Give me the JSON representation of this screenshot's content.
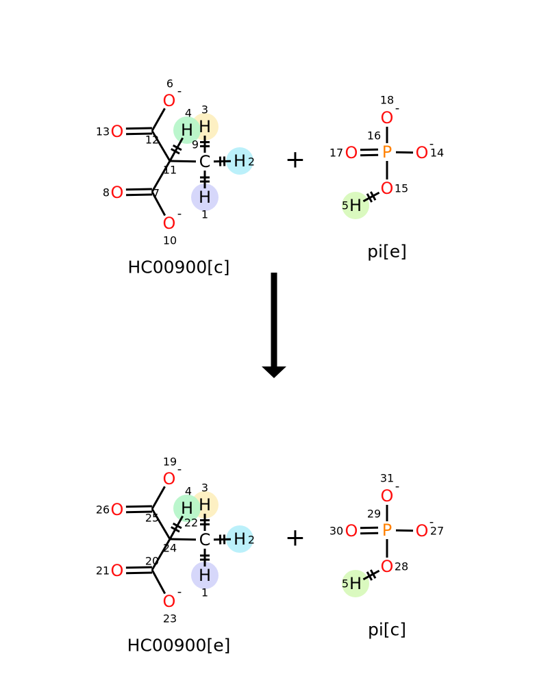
{
  "colors": {
    "oxygen": "#ff0d0d",
    "phosphorus": "#ff8000",
    "carbon": "#000000",
    "hydrogen": "#000000",
    "hl_h1": "#d2d3fa",
    "hl_h2": "#b4eefa",
    "hl_h3": "#fdeebc",
    "hl_h4": "#b4f5c8",
    "hl_h5": "#d6f8b8"
  },
  "plus_sign": "+",
  "reactants": [
    {
      "name": "HC00900[c]",
      "symbols": {
        "O_top": "O",
        "O_dt": "O",
        "O_db": "O",
        "O_bot": "O",
        "C9": "C",
        "H3": "H",
        "H4": "H",
        "H2": "H",
        "H1": "H"
      },
      "indices": {
        "O_top": "6",
        "O_dt": "13",
        "C_top": "12",
        "C_ctr": "11",
        "C_bot": "7",
        "O_db": "8",
        "O_bot": "10",
        "C9": "9",
        "H3": "3",
        "H4": "4",
        "H2": "2",
        "H1": "1"
      },
      "charges": {
        "O_top": "-",
        "O_bot": "-"
      }
    },
    {
      "name": "pi[e]",
      "symbols": {
        "P": "P",
        "O_t": "O",
        "O_l": "O",
        "O_r": "O",
        "O_b": "O",
        "H5": "H"
      },
      "indices": {
        "P": "16",
        "O_t": "18",
        "O_l": "17",
        "O_r": "14",
        "O_b": "15",
        "H5": "5"
      },
      "charges": {
        "O_t": "-",
        "O_r": "-"
      }
    }
  ],
  "products": [
    {
      "name": "HC00900[e]",
      "symbols": {
        "O_top": "O",
        "O_dt": "O",
        "O_db": "O",
        "O_bot": "O",
        "C9": "C",
        "H3": "H",
        "H4": "H",
        "H2": "H",
        "H1": "H"
      },
      "indices": {
        "O_top": "19",
        "O_dt": "26",
        "C_top": "25",
        "C_ctr": "24",
        "C_bot": "20",
        "O_db": "21",
        "O_bot": "23",
        "C9": "22",
        "H3": "3",
        "H4": "4",
        "H2": "2",
        "H1": "1"
      },
      "charges": {
        "O_top": "-",
        "O_bot": "-"
      }
    },
    {
      "name": "pi[c]",
      "symbols": {
        "P": "P",
        "O_t": "O",
        "O_l": "O",
        "O_r": "O",
        "O_b": "O",
        "H5": "H"
      },
      "indices": {
        "P": "29",
        "O_t": "31",
        "O_l": "30",
        "O_r": "27",
        "O_b": "28",
        "H5": "5"
      },
      "charges": {
        "O_t": "-",
        "O_r": "-"
      }
    }
  ]
}
